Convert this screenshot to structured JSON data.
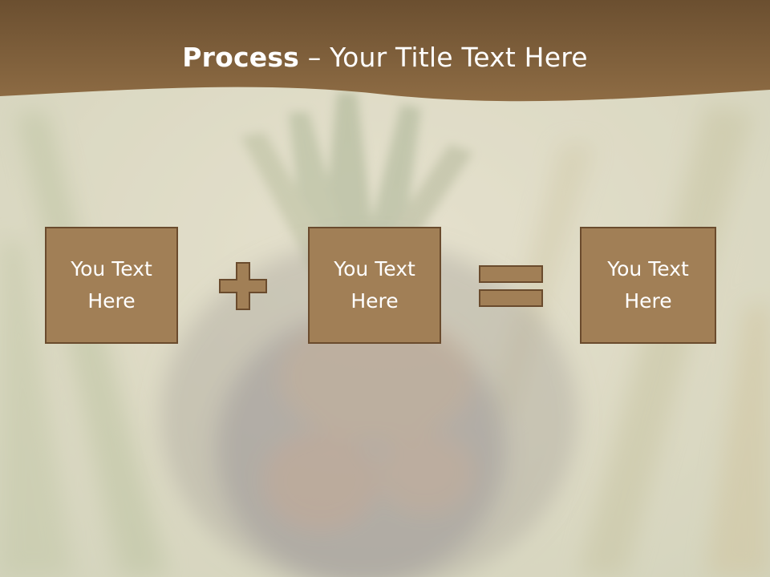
{
  "slide": {
    "title_bold": "Process",
    "title_rest": " – Your Title Text Here"
  },
  "boxes": [
    {
      "text": "You Text Here"
    },
    {
      "text": "You Text Here"
    },
    {
      "text": "You Text Here"
    }
  ],
  "operators": [
    "plus-icon",
    "equals-icon"
  ],
  "colors": {
    "header": "#7a5a36",
    "box_fill": "#a17f56",
    "box_border": "#6a4b2d",
    "title_text": "#ffffff"
  }
}
